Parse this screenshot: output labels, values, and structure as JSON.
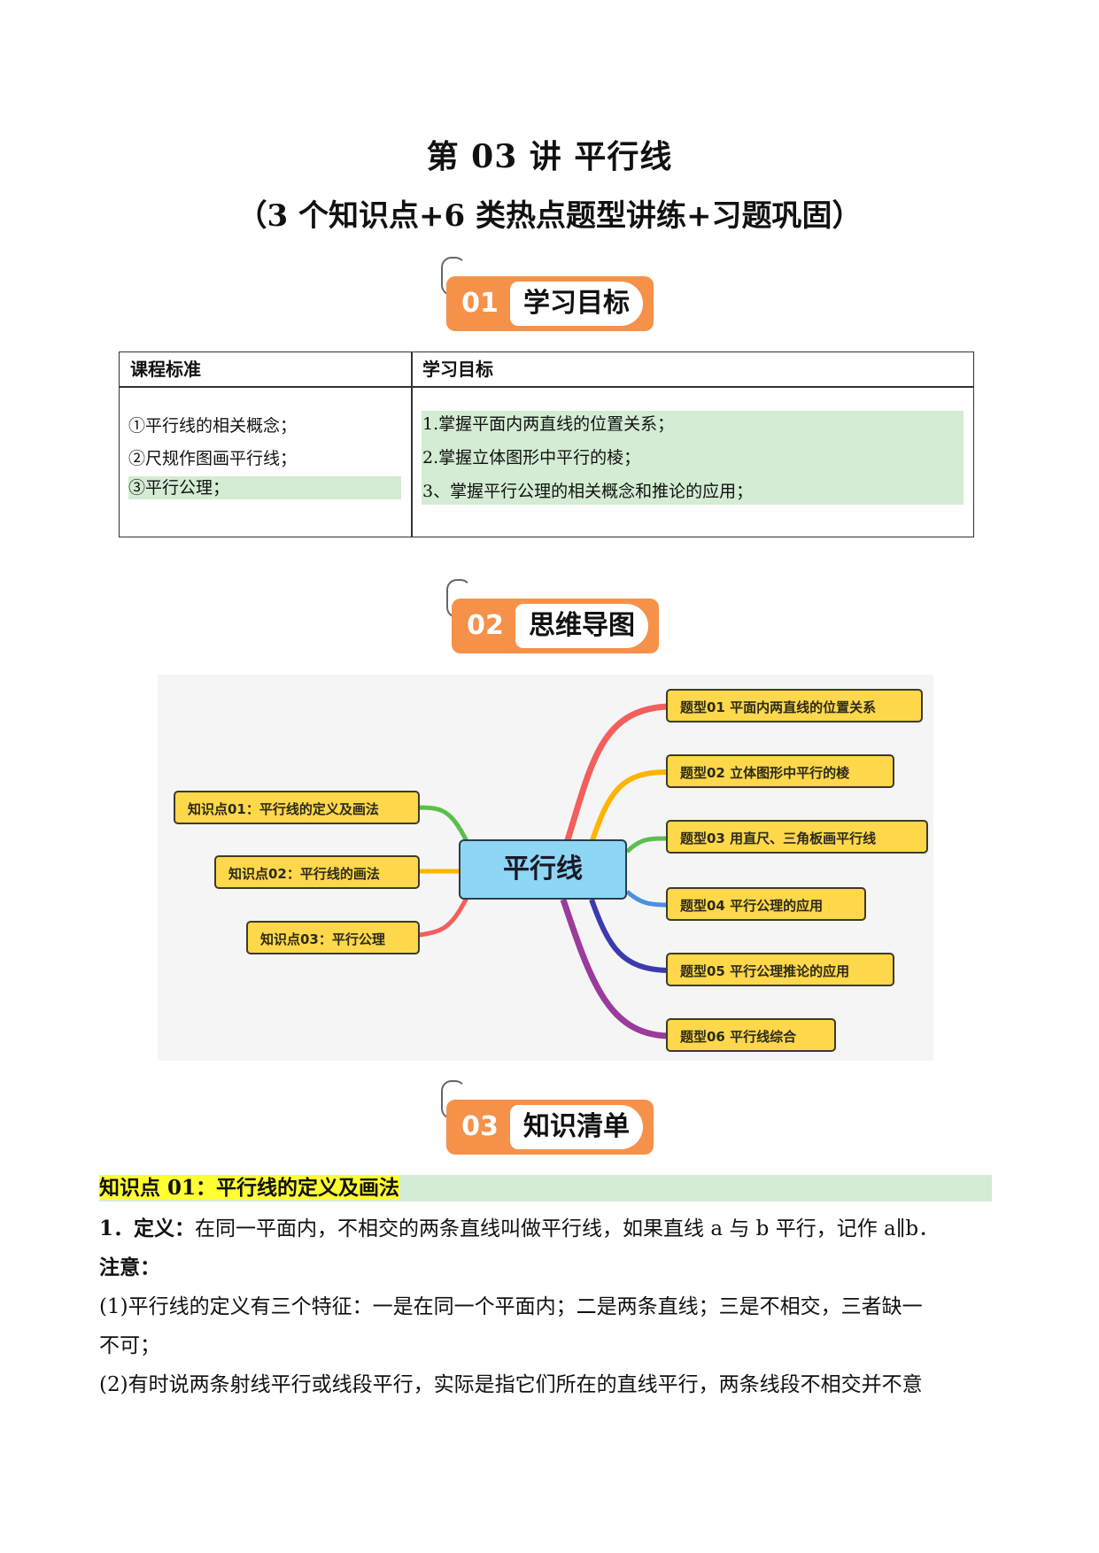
{
  "header": {
    "title": "第 03 讲 平行线",
    "subtitle": "（3 个知识点+6 类热点题型讲练+习题巩固）"
  },
  "sections": [
    {
      "num": "01",
      "label": "学习目标"
    },
    {
      "num": "02",
      "label": "思维导图"
    },
    {
      "num": "03",
      "label": "知识清单"
    }
  ],
  "goal_table": {
    "headers": [
      "课程标准",
      "学习目标"
    ],
    "standards": [
      "①平行线的相关概念；",
      "②尺规作图画平行线；",
      "③平行公理；"
    ],
    "goals": [
      "1.掌握平面内两直线的位置关系；",
      "2.掌握立体图形中平行的棱；",
      "3、掌握平行公理的相关概念和推论的应用；"
    ]
  },
  "mindmap": {
    "center": "平行线",
    "knowledge_points": [
      "知识点01：平行线的定义及画法",
      "知识点02：平行线的画法",
      "知识点03：平行公理"
    ],
    "question_types": [
      "题型01 平面内两直线的位置关系",
      "题型02 立体图形中平行的棱",
      "题型03 用直尺、三角板画平行线",
      "题型04 平行公理的应用",
      "题型05 平行公理推论的应用",
      "题型06 平行线综合"
    ],
    "branch_colors": [
      "#f25f5c",
      "#ffb400",
      "#5bbf4b",
      "#4a90e2",
      "#3b3bb0",
      "#9b3b9b"
    ]
  },
  "knowledge": {
    "kp1_title": "知识点 01：平行线的定义及画法",
    "def_label": "1．定义：",
    "def_text": "在同一平面内，不相交的两条直线叫做平行线，如果直线 a 与 b 平行，记作 a∥b．",
    "note_label": "注意：",
    "note1_a": "(1)平行线的定义有三个特征：一是在同一个平面内；二是两条直线；三是不相交，三者缺一",
    "note1_b": "不可；",
    "note2": "(2)有时说两条射线平行或线段平行，实际是指它们所在的直线平行，两条线段不相交并不意"
  }
}
